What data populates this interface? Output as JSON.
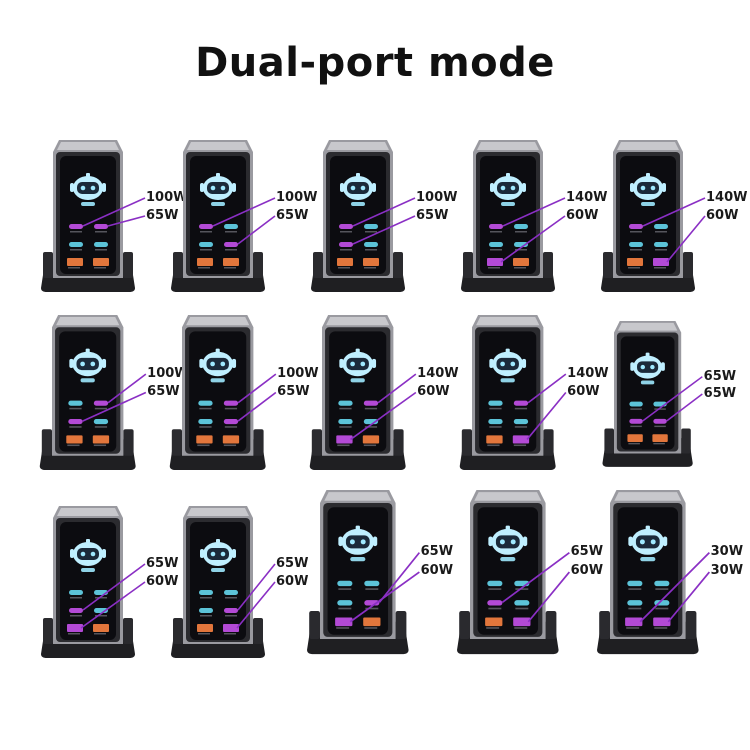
{
  "title": "Dual-port mode",
  "colors": {
    "accent": "#8a2fc4",
    "screen_mascot": "#bfefff",
    "port_active": "#b34ad6",
    "port_idle": "#5cc3d8",
    "port_usba": "#e2763c",
    "body": "#2b2b2f"
  },
  "mascot_icon": "robot-face-icon",
  "configs": [
    {
      "top_label": "100W",
      "bottom_label": "65W",
      "active_ports": [
        "C1",
        "C2"
      ]
    },
    {
      "top_label": "100W",
      "bottom_label": "65W",
      "active_ports": [
        "C1",
        "C4"
      ]
    },
    {
      "top_label": "100W",
      "bottom_label": "65W",
      "active_ports": [
        "C1",
        "C3"
      ]
    },
    {
      "top_label": "140W",
      "bottom_label": "60W",
      "active_ports": [
        "C1",
        "A1"
      ]
    },
    {
      "top_label": "140W",
      "bottom_label": "60W",
      "active_ports": [
        "C1",
        "A2"
      ]
    },
    {
      "top_label": "100W",
      "bottom_label": "65W",
      "active_ports": [
        "C2",
        "C3"
      ]
    },
    {
      "top_label": "100W",
      "bottom_label": "65W",
      "active_ports": [
        "C2",
        "C4"
      ]
    },
    {
      "top_label": "140W",
      "bottom_label": "60W",
      "active_ports": [
        "C2",
        "A1"
      ]
    },
    {
      "top_label": "140W",
      "bottom_label": "60W",
      "active_ports": [
        "C2",
        "A2"
      ]
    },
    {
      "top_label": "65W",
      "bottom_label": "65W",
      "active_ports": [
        "C3",
        "C4"
      ]
    },
    {
      "top_label": "65W",
      "bottom_label": "60W",
      "active_ports": [
        "C3",
        "A1"
      ]
    },
    {
      "top_label": "65W",
      "bottom_label": "60W",
      "active_ports": [
        "C4",
        "A2"
      ]
    },
    {
      "top_label": "65W",
      "bottom_label": "60W",
      "active_ports": [
        "C4",
        "A1"
      ]
    },
    {
      "top_label": "65W",
      "bottom_label": "60W",
      "active_ports": [
        "C3",
        "A2"
      ]
    },
    {
      "top_label": "30W",
      "bottom_label": "30W",
      "active_ports": [
        "A1",
        "A2"
      ]
    }
  ]
}
